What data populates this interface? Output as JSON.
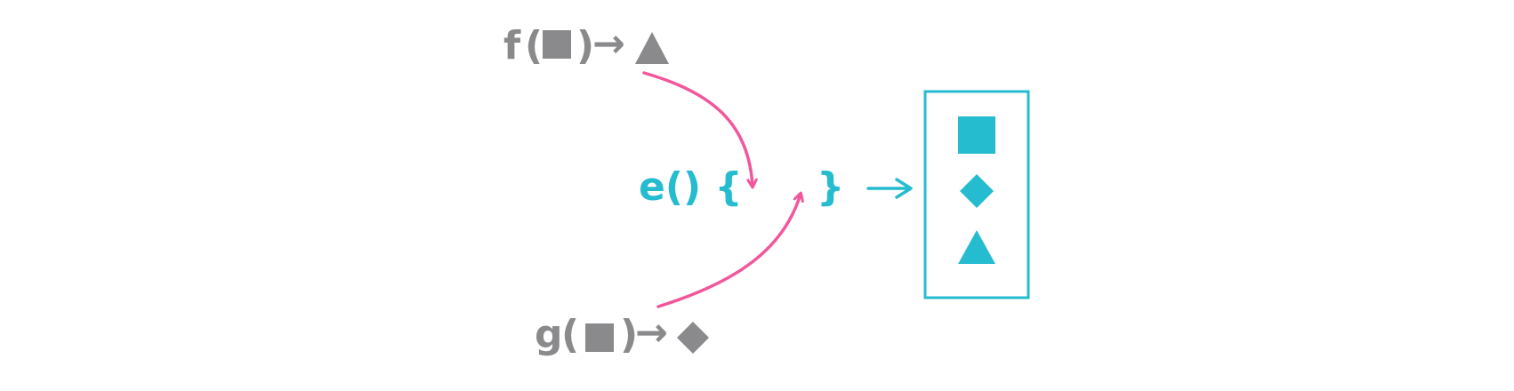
{
  "functions": {
    "f": {
      "name": "f",
      "open_paren": "(",
      "close_paren": ")",
      "arrow": "→",
      "input_shape": "square",
      "output_shape": "triangle"
    },
    "g": {
      "name": "g",
      "open_paren": "(",
      "close_paren": ")",
      "arrow": "→",
      "input_shape": "square",
      "output_shape": "diamond"
    },
    "e": {
      "signature": "e() {",
      "closing_brace": "}"
    }
  },
  "result": {
    "arrow": "→",
    "items": [
      "square",
      "diamond",
      "triangle"
    ]
  },
  "colors": {
    "gray": "#8a8a8c",
    "teal": "#26bcd0",
    "pink": "#f2579b"
  }
}
